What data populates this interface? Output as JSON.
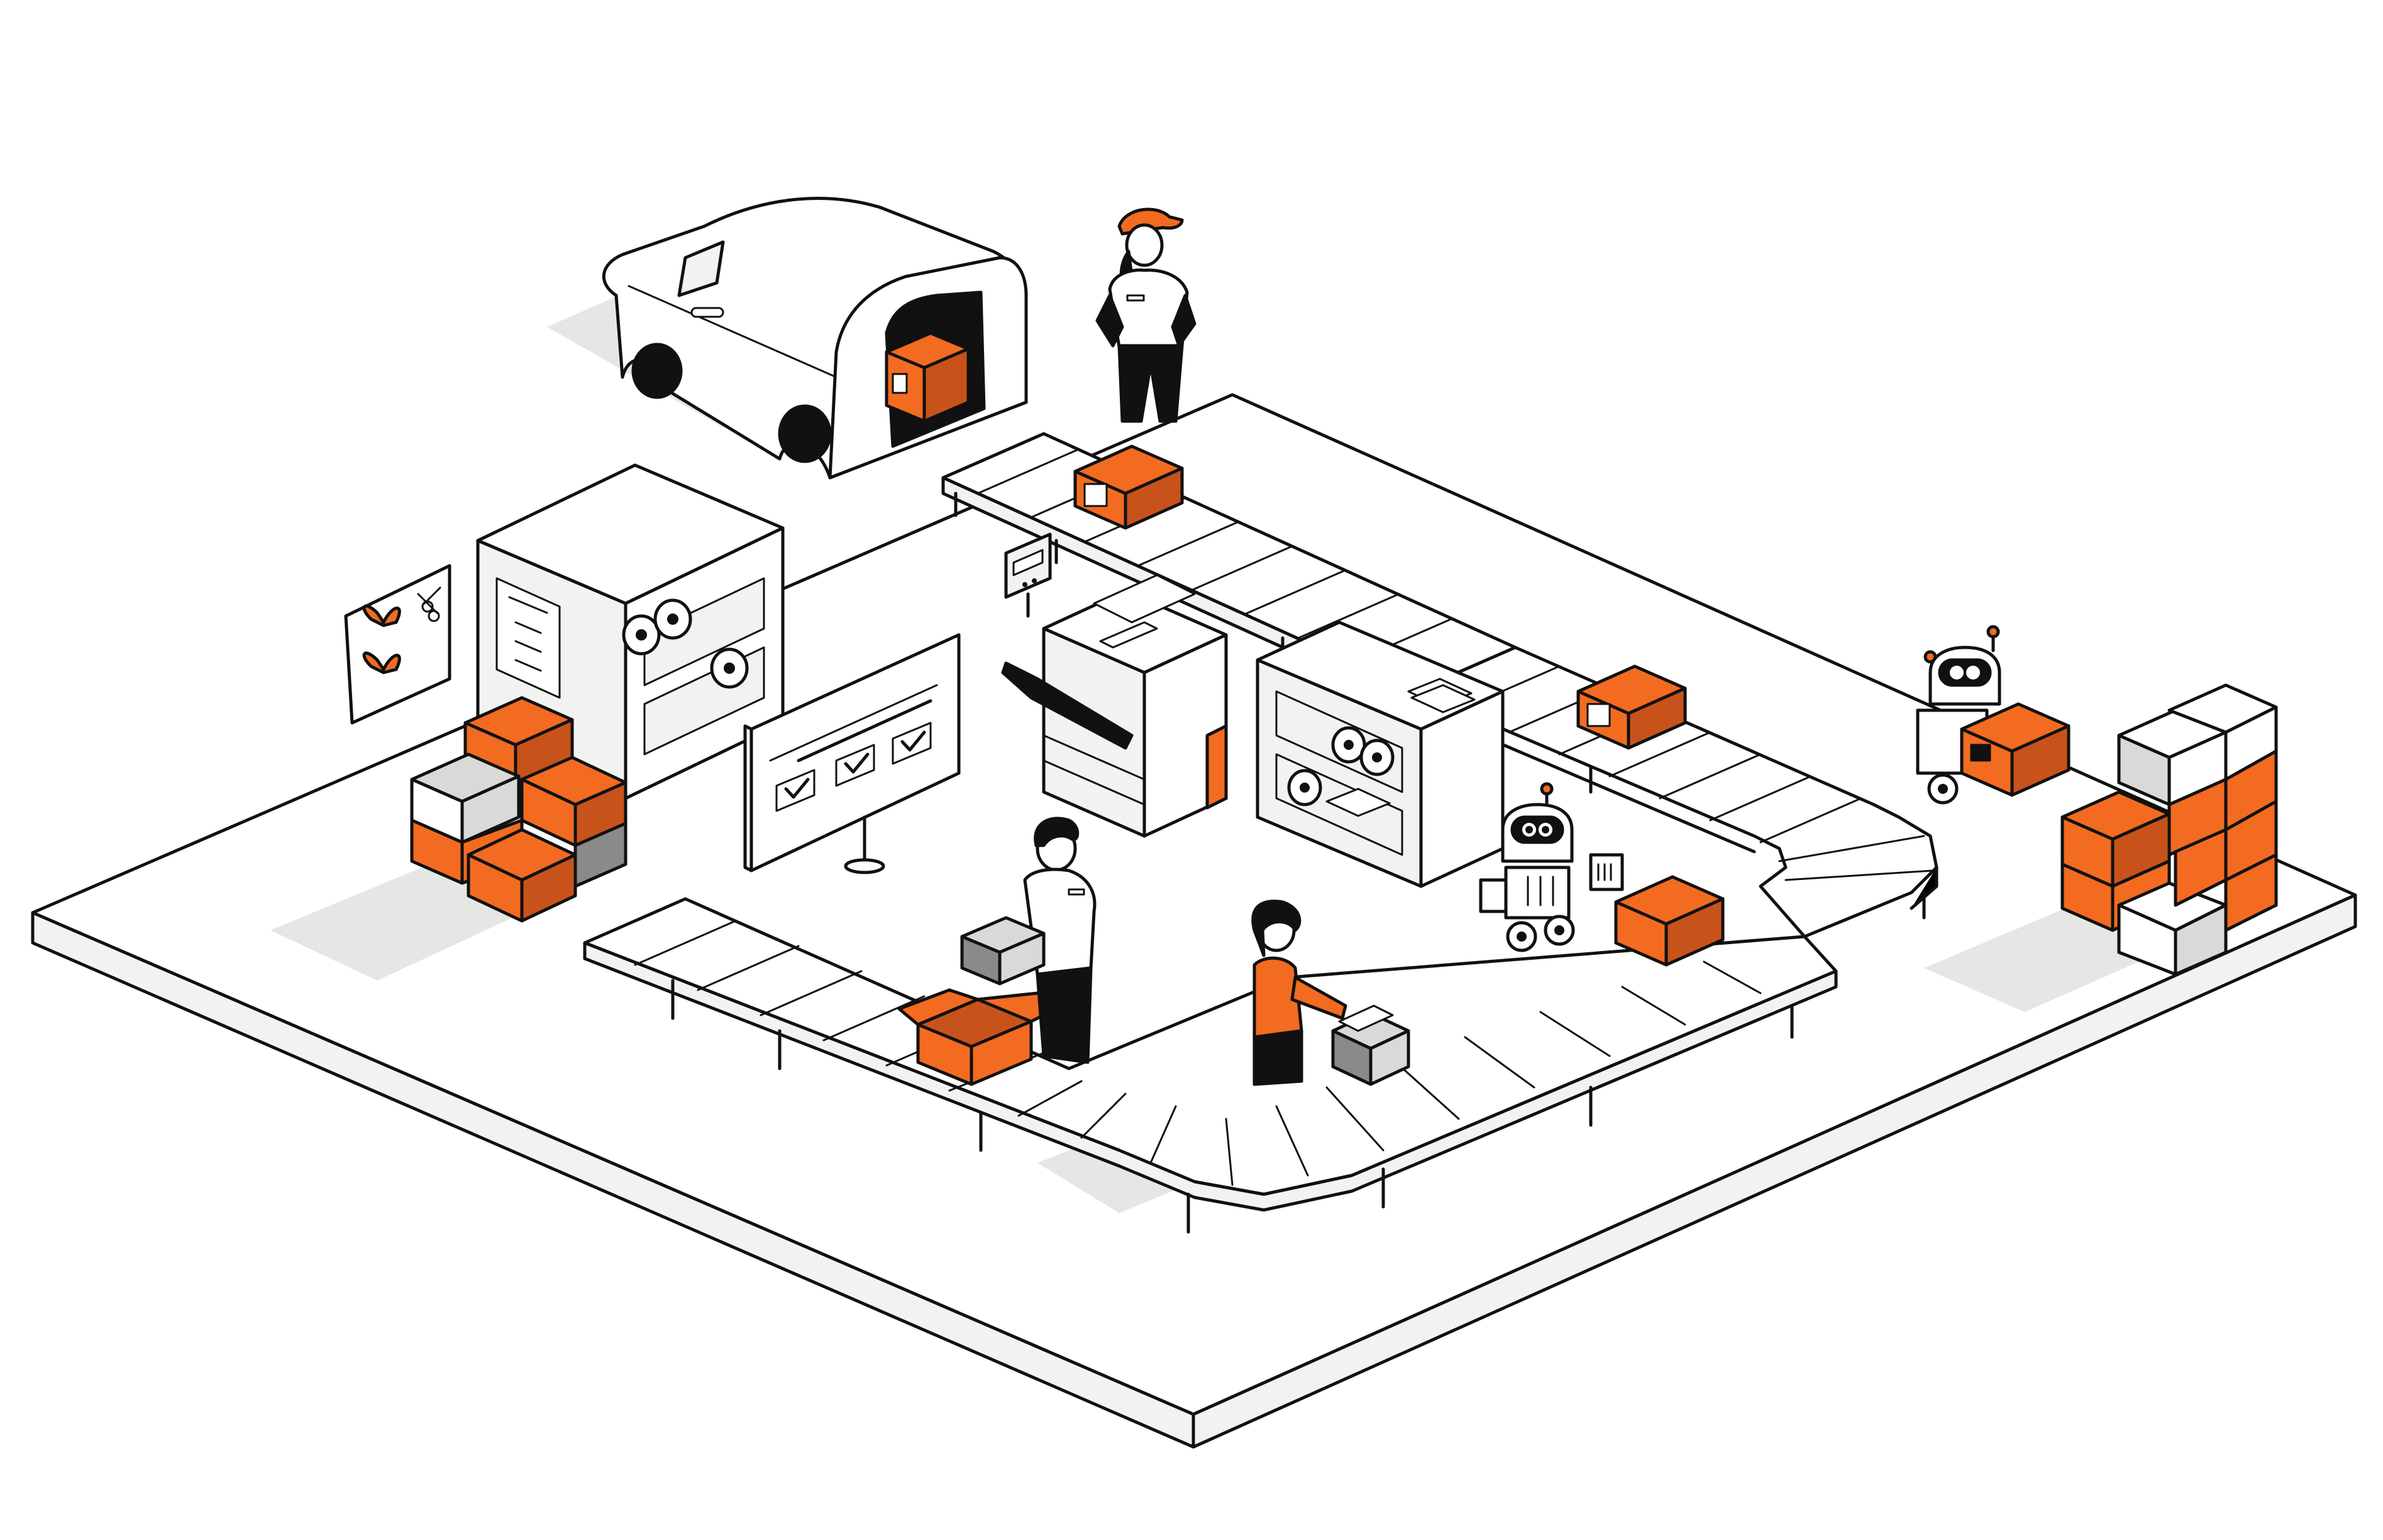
{
  "palette": {
    "accent": "#F26B21",
    "accent_dark": "#C8531A",
    "outline": "#111111",
    "surface": "#FFFFFF",
    "surface_alt": "#F2F2F0",
    "shadow": "#E6E6E4",
    "box_grey": "#D9D9D7",
    "box_dark_grey": "#8A8A8A",
    "skin": "#FFFFFF",
    "hair": "#111111"
  },
  "scene": {
    "style": "isometric line illustration",
    "platform": {
      "color": "#F2F2F0"
    },
    "delivery_van": {
      "icon": "van-icon",
      "cargo": "orange parcel"
    },
    "conveyor": {
      "icon": "conveyor-belt-icon",
      "shape": "U-shaped loop"
    },
    "monitor_checklist": {
      "icon": "monitor-checklist-icon",
      "checked_items": 3
    },
    "printer": {
      "icon": "printer-icon"
    },
    "weighing_scale": {
      "icon": "scale-display-icon"
    },
    "supply_shelf_left": {
      "icon": "shelf-rolls-icon"
    },
    "supply_shelf_center": {
      "icon": "shelf-rolls-icon"
    },
    "gift_wrap_board": {
      "icon": "pegboard-bows-scissors-icon"
    },
    "robots": [
      {
        "icon": "robot-scanner-icon"
      },
      {
        "icon": "robot-carrier-icon"
      }
    ],
    "workers": [
      {
        "icon": "worker-cap-icon",
        "role": "dispatcher"
      },
      {
        "icon": "worker-packing-icon",
        "role": "packer"
      },
      {
        "icon": "worker-labeling-icon",
        "role": "labeler"
      }
    ],
    "box_stacks": [
      {
        "icon": "box-stack-left-icon"
      },
      {
        "icon": "box-stack-right-icon"
      }
    ]
  }
}
